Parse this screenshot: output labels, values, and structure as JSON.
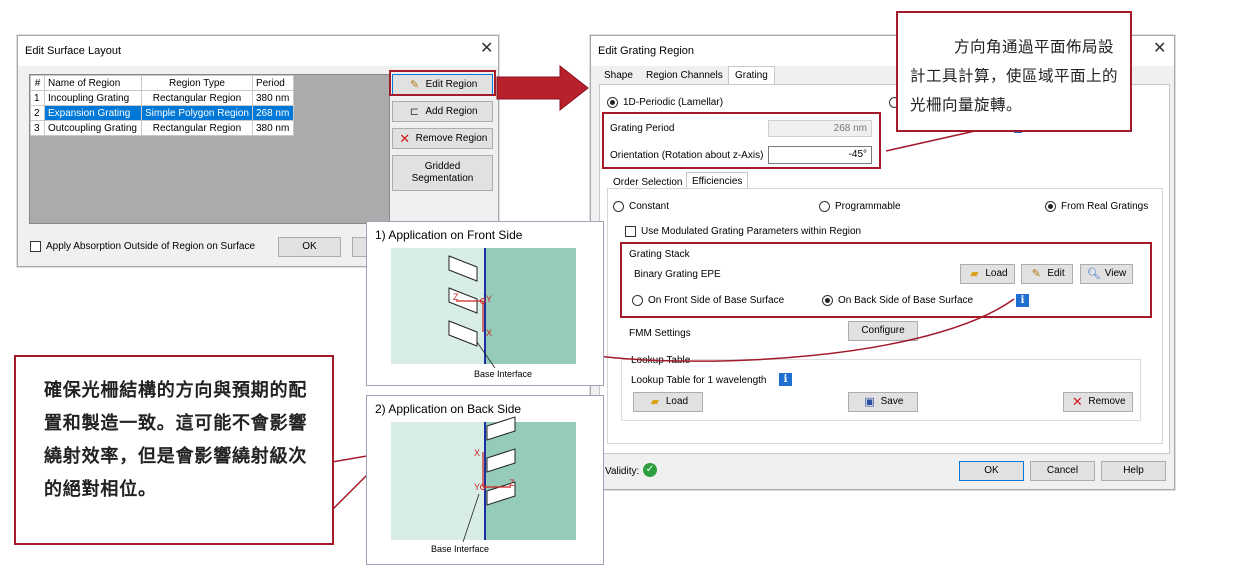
{
  "surface_dialog": {
    "title": "Edit Surface Layout",
    "columns": [
      "#",
      "Name of Region",
      "Region Type",
      "Period"
    ],
    "rows": [
      {
        "n": "1",
        "name": "Incoupling Grating",
        "type": "Rectangular Region",
        "period": "380 nm",
        "selected": false
      },
      {
        "n": "2",
        "name": "Expansion Grating",
        "type": "Simple Polygon Region",
        "period": "268 nm",
        "selected": true
      },
      {
        "n": "3",
        "name": "Outcoupling Grating",
        "type": "Rectangular Region",
        "period": "380 nm",
        "selected": false
      }
    ],
    "edit_region": "Edit Region",
    "add_region": "Add Region",
    "remove_region": "Remove Region",
    "gridded_seg": "Gridded Segmentation",
    "apply_absorption": "Apply Absorption Outside of Region on Surface",
    "ok": "OK"
  },
  "grating_dialog": {
    "title": "Edit Grating Region",
    "tabs": [
      "Shape",
      "Region Channels",
      "Grating"
    ],
    "periodic_option": "1D-Periodic (Lamellar)",
    "grating_period_label": "Grating Period",
    "grating_period_value": "268 nm",
    "orientation_label": "Orientation (Rotation about z-Axis)",
    "orientation_value": "-45°",
    "subtabs": [
      "Order Selection",
      "Efficiencies"
    ],
    "constant": "Constant",
    "programmable": "Programmable",
    "from_real": "From Real Gratings",
    "use_modulated": "Use Modulated Grating Parameters within Region",
    "grating_stack_label": "Grating Stack",
    "stack_name": "Binary Grating EPE",
    "load": "Load",
    "edit": "Edit",
    "view": "View",
    "front_side": "On Front Side of Base Surface",
    "back_side": "On Back Side of Base Surface",
    "fmm_settings": "FMM Settings",
    "configure": "Configure",
    "lookup_table_label": "Lookup Table",
    "lookup_table_text": "Lookup Table for 1 wavelength",
    "load2": "Load",
    "save": "Save",
    "remove": "Remove",
    "validity": "Validity:",
    "ok": "OK",
    "cancel": "Cancel",
    "help": "Help"
  },
  "callout_top": "方向角通過平面佈局設計工具計算，使區域平面上的光柵向量旋轉。",
  "callout_left": "確保光柵結構的方向與預期的配置和製造一致。這可能不會影響繞射效率，但是會影響繞射級次的絕對相位。",
  "panel_front": {
    "title": "1) Application on Front Side",
    "base": "Base Interface",
    "z": "Z",
    "y": "Y",
    "x": "X"
  },
  "panel_back": {
    "title": "2) Application on Back Side",
    "base": "Base Interface",
    "z": "Z",
    "y": "Y",
    "x": "X"
  },
  "colors": {
    "accent_red": "#a31b2a",
    "select_blue": "#0078d7",
    "teal": "#94cbb9",
    "light_teal": "#d8ede6"
  }
}
